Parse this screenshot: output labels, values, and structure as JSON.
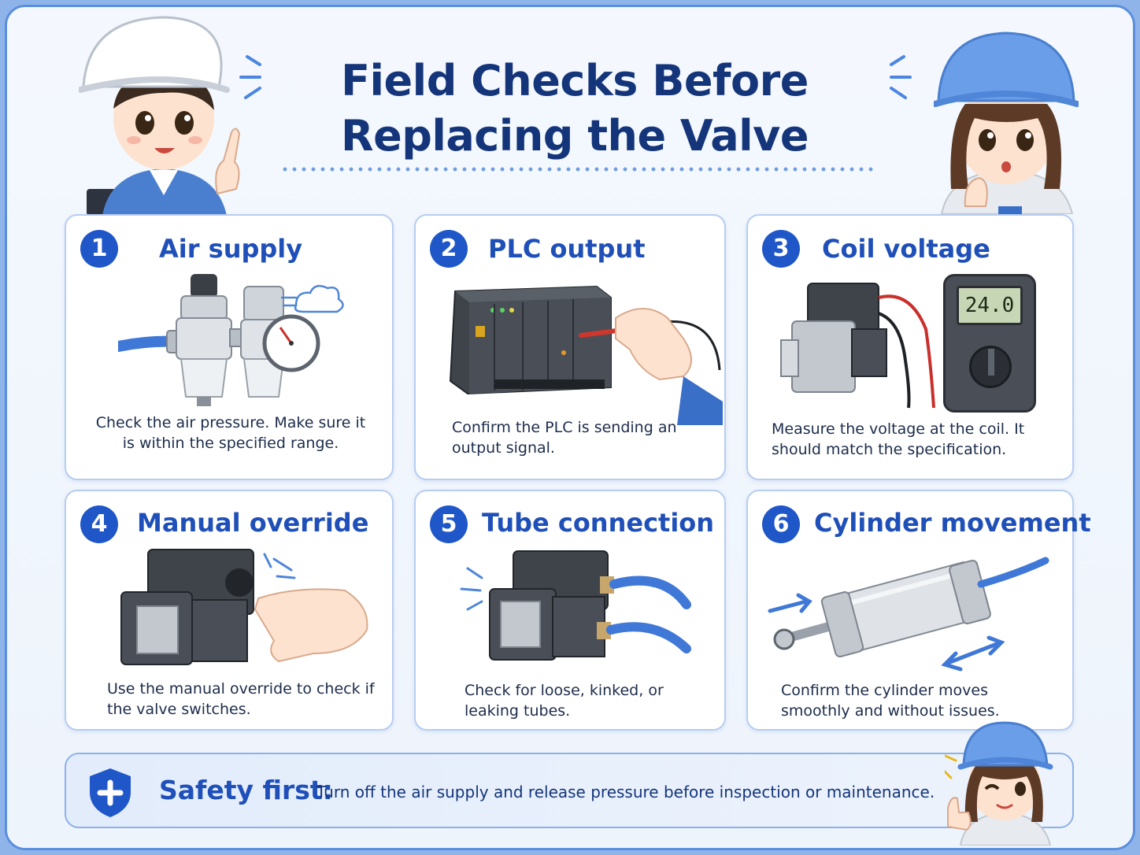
{
  "title": "Field Checks Before Replacing the Valve",
  "cards": [
    {
      "number": "1",
      "title": "Air supply",
      "description": "Check the air pressure. Make sure it is within the specified range."
    },
    {
      "number": "2",
      "title": "PLC output",
      "description": "Confirm the PLC is sending an output signal."
    },
    {
      "number": "3",
      "title": "Coil voltage",
      "description": "Measure the voltage at the coil. It should match the specification.",
      "meter_reading": "24.0"
    },
    {
      "number": "4",
      "title": "Manual override",
      "description": "Use the manual override to check if the valve switches."
    },
    {
      "number": "5",
      "title": "Tube connection",
      "description": "Check for loose, kinked, or leaking tubes."
    },
    {
      "number": "6",
      "title": "Cylinder movement",
      "description": "Confirm the cylinder moves smoothly and without issues."
    }
  ],
  "safety": {
    "label": "Safety first:",
    "text": "Turn off the air supply and release pressure before inspection or maintenance."
  },
  "colors": {
    "accent": "#1f56c8",
    "title": "#14357a",
    "card_border": "#b7cdf0",
    "background": "#f4f8fe"
  },
  "icons": [
    "shield-plus-icon",
    "air-regulator-icon",
    "plc-module-icon",
    "multimeter-icon",
    "valve-icon",
    "tube-icon",
    "cylinder-icon"
  ]
}
